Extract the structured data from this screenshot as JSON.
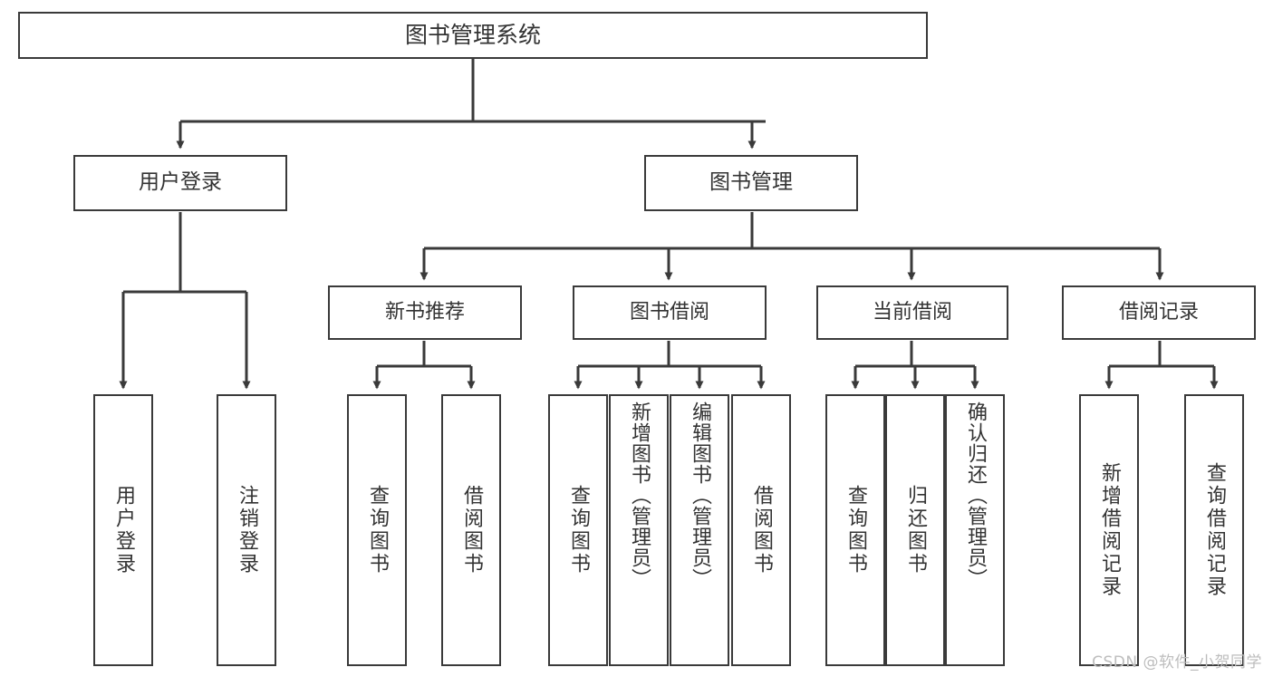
{
  "diagram": {
    "title": "图书管理系统",
    "type": "hierarchy-tree",
    "root": {
      "id": "root",
      "label": "图书管理系统"
    },
    "level1": [
      {
        "id": "user-login",
        "label": "用户登录"
      },
      {
        "id": "book-management",
        "label": "图书管理"
      }
    ],
    "level2": [
      {
        "id": "new-book-recommend",
        "label": "新书推荐",
        "parent": "book-management"
      },
      {
        "id": "book-borrow",
        "label": "图书借阅",
        "parent": "book-management"
      },
      {
        "id": "current-borrow",
        "label": "当前借阅",
        "parent": "book-management"
      },
      {
        "id": "borrow-record",
        "label": "借阅记录",
        "parent": "book-management"
      }
    ],
    "leaves": [
      {
        "id": "leaf-user-login",
        "label": "用户登录",
        "parent": "user-login"
      },
      {
        "id": "leaf-logout-login",
        "label": "注销登录",
        "parent": "user-login"
      },
      {
        "id": "leaf-query-book-1",
        "label": "查询图书",
        "parent": "new-book-recommend"
      },
      {
        "id": "leaf-borrow-book-1",
        "label": "借阅图书",
        "parent": "new-book-recommend"
      },
      {
        "id": "leaf-query-book-2",
        "label": "查询图书",
        "parent": "book-borrow"
      },
      {
        "id": "leaf-add-book",
        "label": "新增图书（管理员）",
        "parent": "book-borrow"
      },
      {
        "id": "leaf-edit-book",
        "label": "编辑图书（管理员）",
        "parent": "book-borrow"
      },
      {
        "id": "leaf-borrow-book-2",
        "label": "借阅图书",
        "parent": "book-borrow"
      },
      {
        "id": "leaf-query-book-3",
        "label": "查询图书",
        "parent": "current-borrow"
      },
      {
        "id": "leaf-return-book",
        "label": "归还图书",
        "parent": "current-borrow"
      },
      {
        "id": "leaf-confirm-return",
        "label": "确认归还（管理员）",
        "parent": "current-borrow"
      },
      {
        "id": "leaf-add-record",
        "label": "新增借阅记录",
        "parent": "borrow-record"
      },
      {
        "id": "leaf-query-record",
        "label": "查询借阅记录",
        "parent": "borrow-record"
      }
    ]
  },
  "watermark": {
    "text": "CSDN @软件_小贺同学"
  },
  "colors": {
    "border": "#3a3a3a",
    "text": "#333333",
    "background": "#ffffff",
    "watermark": "#bdbdbd"
  }
}
